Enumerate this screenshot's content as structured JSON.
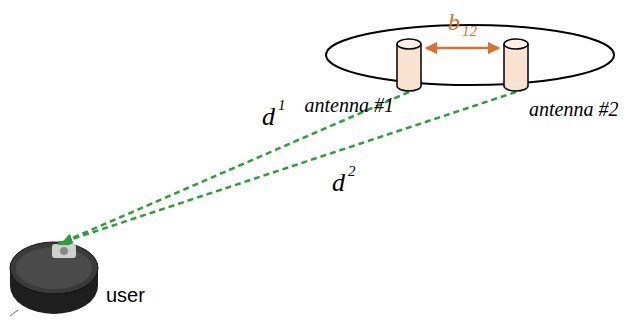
{
  "diagram": {
    "nodes": [
      {
        "text": [
          "antenna #1"
        ]
      },
      {
        "text": [
          "antenna #2"
        ]
      },
      {
        "text": [
          "user"
        ]
      }
    ],
    "edges": [
      {
        "from": 0,
        "to": 2,
        "arrow": "to"
      },
      {
        "from": 1,
        "to": 2,
        "arrow": "to"
      }
    ],
    "labels": [
      "b",
      "12",
      "d",
      "1",
      "d",
      "2"
    ]
  }
}
